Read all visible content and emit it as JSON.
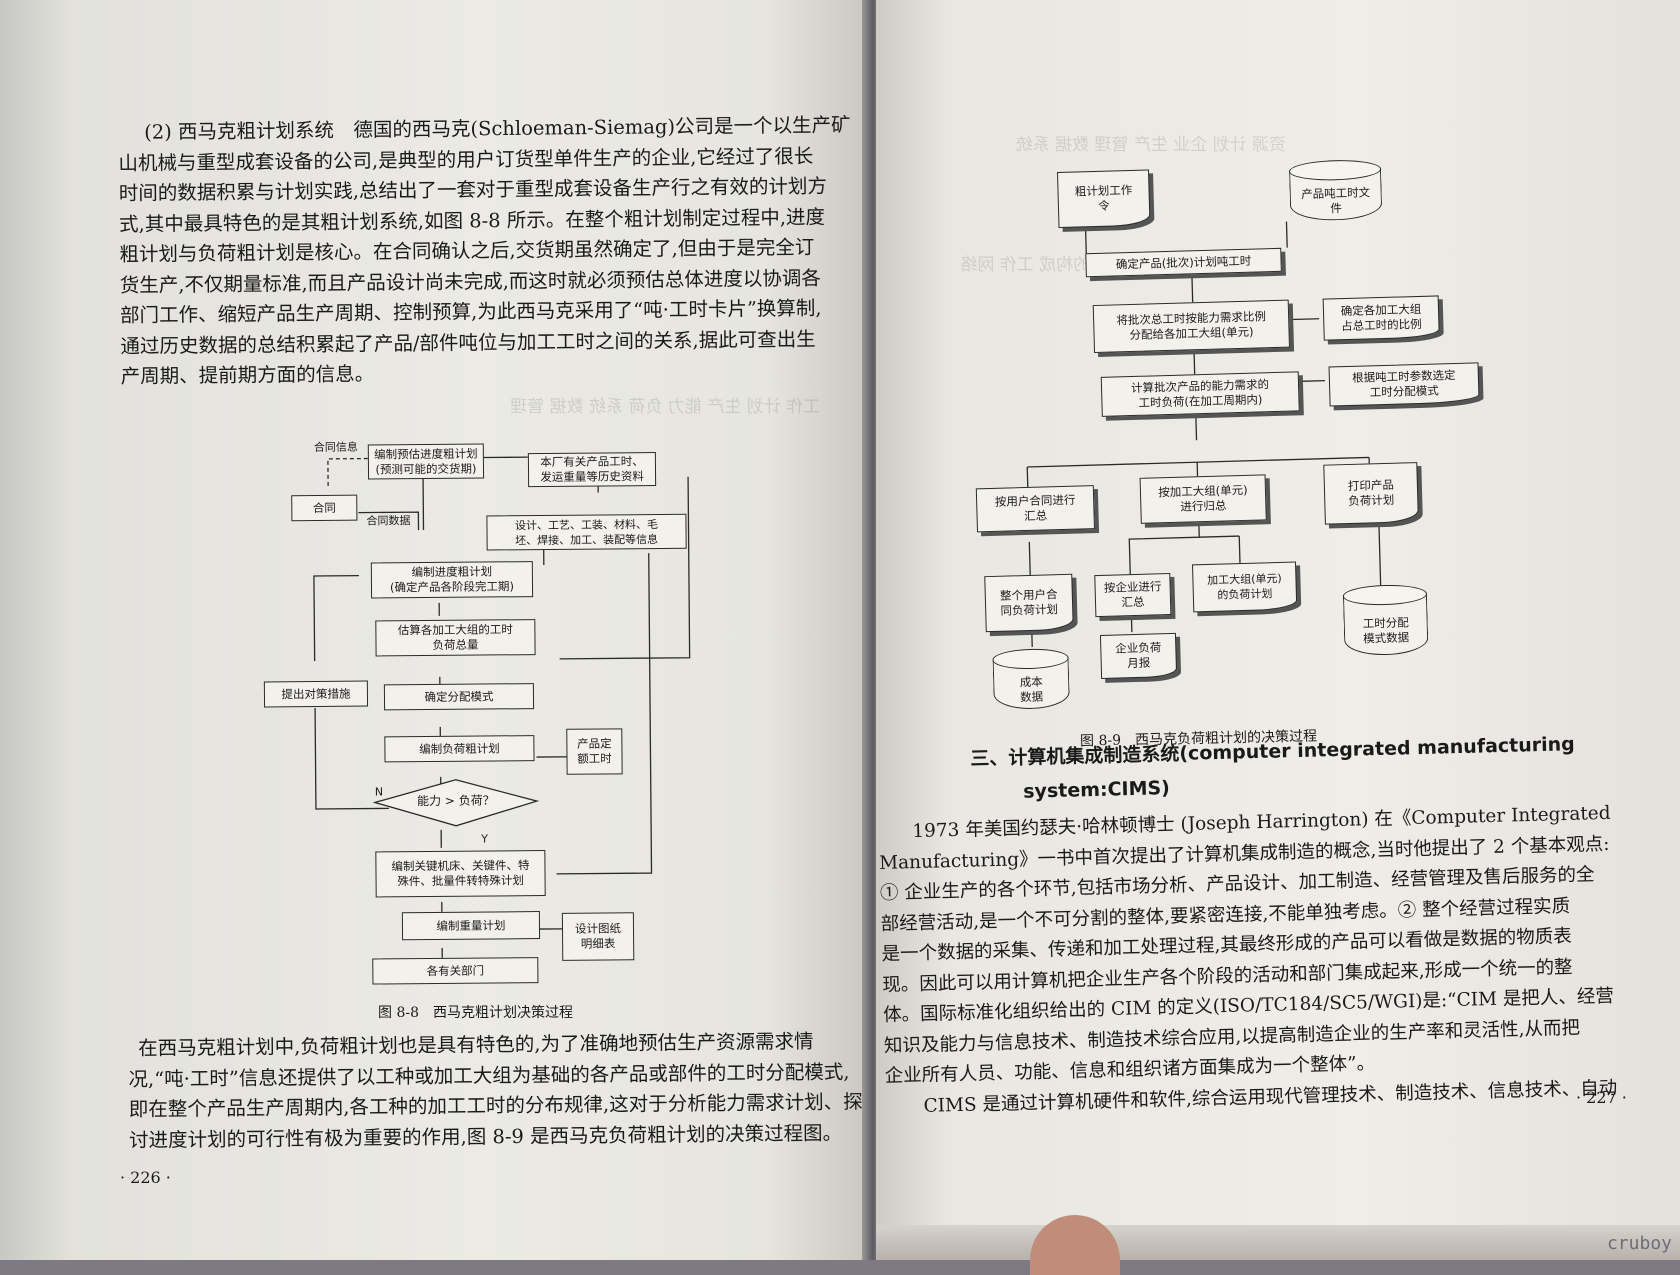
{
  "left_page": {
    "intro_paragraph": [
      "(2) 西马克粗计划系统　德国的西马克(Schloeman-Siemag)公司是一个以生产矿",
      "山机械与重型成套设备的公司,是典型的用户订货型单件生产的企业,它经过了很长",
      "时间的数据积累与计划实践,总结出了一套对于重型成套设备生产行之有效的计划方",
      "式,其中最具特色的是其粗计划系统,如图 8-8 所示。在整个粗计划制定过程中,进度",
      "粗计划与负荷粗计划是核心。在合同确认之后,交货期虽然确定了,但由于是完全订",
      "货生产,不仅期量标准,而且产品设计尚未完成,而这时就必须预估总体进度以协调各",
      "部门工作、缩短产品生产周期、控制预算,为此西马克采用了“吨·工时卡片”换算制,",
      "通过历史数据的总结积累起了产品/部件吨位与加工工时之间的关系,据此可查出生",
      "产周期、提前期方面的信息。"
    ],
    "figure_8_8": {
      "caption": "图 8-8　西马克粗计划决策过程",
      "box_prelim": "编制预估进度粗计划\n(预测可能的交货期)",
      "box_history": "本厂有关产品工时、\n发运重量等历史资料",
      "box_contract": "合同",
      "box_design_info": "设计、工艺、工装、材料、毛\n坯、焊接、加工、装配等信息",
      "box_progress": "编制进度粗计划\n(确定产品各阶段完工期)",
      "box_estimate": "估算各加工大组的工时\n负荷总量",
      "box_measures": "提出对策措施",
      "box_allocation": "确定分配模式",
      "box_load_plan": "编制负荷粗计划",
      "box_quota": "产品定\n额工时",
      "diamond": "能力 > 负荷？",
      "box_key_machines": "编制关键机床、关键件、特\n殊件、批量件转特殊计划",
      "box_weight": "编制重量计划",
      "box_drawings": "设计图纸\n明细表",
      "box_departments": "各有关部门",
      "label_contract_info": "合同信息",
      "label_contract_data": "合同数据",
      "label_no": "N",
      "label_yes": "Y"
    },
    "body_paragraph": [
      "在西马克粗计划中,负荷粗计划也是具有特色的,为了准确地预估生产资源需求情",
      "况,“吨·工时”信息还提供了以工种或加工大组为基础的各产品或部件的工时分配模式,",
      "即在整个产品生产周期内,各工种的加工工时的分布规律,这对于分析能力需求计划、探",
      "讨进度计划的可行性有极为重要的作用,图 8-9 是西马克负荷粗计划的决策过程图。"
    ],
    "page_number": "· 226 ·"
  },
  "right_page": {
    "figure_8_9": {
      "caption": "图 8-9　西马克负荷粗计划的决策过程",
      "doc_order": "粗计划工作\n令",
      "db_tonhours": "产品吨工时文\n件",
      "box_determine": "确定产品(批次)计划吨工时",
      "box_distribute": "将批次总工时按能力需求比例\n分配给各加工大组(单元)",
      "doc_ratio": "确定各加工大组\n占总工时的比例",
      "box_calc": "计算批次产品的能力需求的\n工时负荷(在加工周期内)",
      "doc_mode": "根据吨工时参数选定\n工时分配模式",
      "box_by_contract": "按用户合同进行\n汇总",
      "box_by_group": "按加工大组(单元)\n进行归总",
      "doc_print": "打印产品\n负荷计划",
      "doc_user_load": "整个用户合\n同负荷计划",
      "box_by_enterprise": "按企业进行\n汇总",
      "doc_group_load": "加工大组(单元)\n的负荷计划",
      "db_cost": "成本\n数据",
      "doc_monthly": "企业负荷\n月报",
      "db_mode_data": "工时分配\n模式数据"
    },
    "heading_line1": "三、计算机集成制造系统(computer integrated manufacturing",
    "heading_line2": "system:CIMS)",
    "cims_paragraph": [
      "1973 年美国约瑟夫·哈林顿博士 (Joseph Harrington) 在《Computer Integrated",
      "Manufacturing》一书中首次提出了计算机集成制造的概念,当时他提出了 2 个基本观点:",
      "① 企业生产的各个环节,包括市场分析、产品设计、加工制造、经营管理及售后服务的全",
      "部经营活动,是一个不可分割的整体,要紧密连接,不能单独考虑。② 整个经营过程实质",
      "是一个数据的采集、传递和加工处理过程,其最终形成的产品可以看做是数据的物质表",
      "现。因此可以用计算机把企业生产各个阶段的活动和部门集成起来,形成一个统一的整",
      "体。国际标准化组织给出的 CIM 的定义(ISO/TC184/SC5/WGI)是:“CIM 是把人、经营",
      "知识及能力与信息技术、制造技术综合应用,以提高制造企业的生产率和灵活性,从而把",
      "企业所有人员、功能、信息和组织诸方面集成为一个整体”。",
      "CIMS 是通过计算机硬件和软件,综合运用现代管理技术、制造技术、信息技术、自动"
    ],
    "page_number": "· 227 ·"
  },
  "watermark": "cruboy"
}
